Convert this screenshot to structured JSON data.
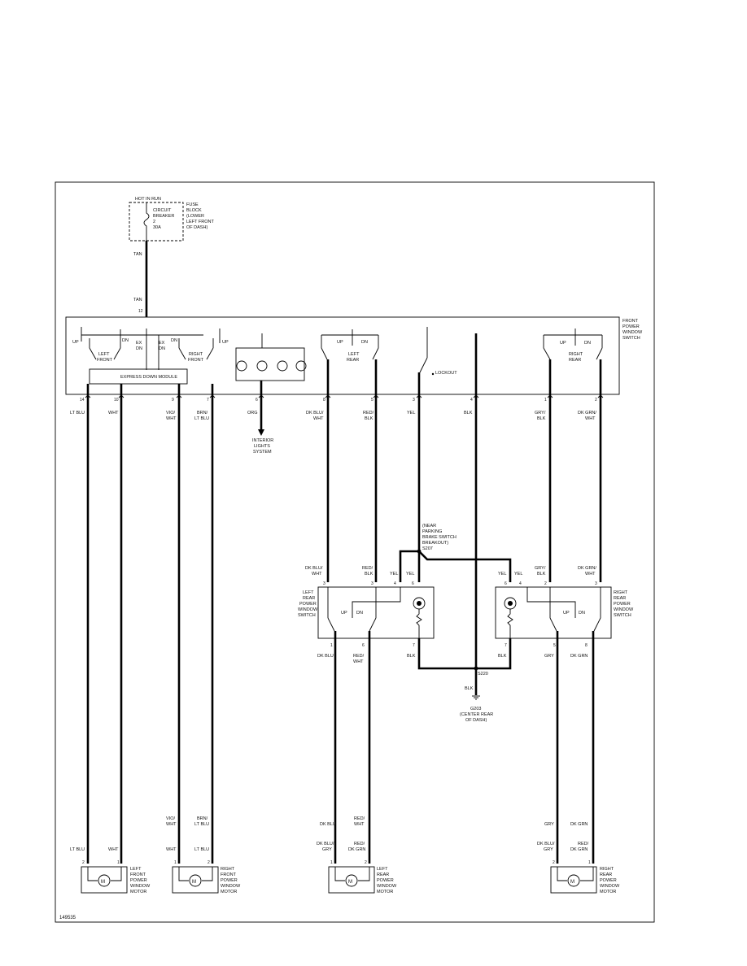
{
  "title_fuse": {
    "hot_in_run": "HOT IN RUN",
    "cb_line1": "CIRCUIT",
    "cb_line2": "BREAKER",
    "cb_line3": "2",
    "cb_line4": "30A",
    "fuse_line1": "FUSE",
    "fuse_line2": "BLOCK",
    "fuse_line3": "(LOWER",
    "fuse_line4": "LEFT FRONT",
    "fuse_line5": "OF DASH)",
    "wire_tan_1": "TAN",
    "wire_tan_2": "TAN",
    "pin_12": "12"
  },
  "front_switch": {
    "title_1": "FRONT",
    "title_2": "POWER",
    "title_3": "WINDOW",
    "title_4": "SWITCH",
    "up1": "UP",
    "dn1": "DN",
    "ex1": "EX",
    "ex1b": "DN",
    "ex2": "EX",
    "ex2b": "DN",
    "dn2": "DN",
    "up2": "UP",
    "lf_1": "LEFT",
    "lf_2": "FRONT",
    "rf_1": "RIGHT",
    "rf_2": "FRONT",
    "module": "EXPRESS DOWN MODULE",
    "lr_up": "UP",
    "lr_dn": "DN",
    "lr_1": "LEFT",
    "lr_2": "REAR",
    "lockout": "LOCKOUT",
    "rr_up": "UP",
    "rr_dn": "DN",
    "rr_1": "RIGHT",
    "rr_2": "REAR"
  },
  "pins": {
    "p14": "14",
    "p10": "10",
    "p9": "9",
    "p7": "7",
    "p6": "6",
    "p8": "8",
    "p5": "5",
    "p3": "3",
    "p4": "4",
    "p1": "1",
    "p2": "2"
  },
  "wires": {
    "lt_blu": "LT BLU",
    "wht": "WHT",
    "vio1": "VIO/",
    "vio2": "WHT",
    "brn1": "BRN/",
    "brn2": "LT BLU",
    "org": "ORG",
    "dkblu1": "DK BLU/",
    "dkblu2": "WHT",
    "red1": "RED/",
    "red2": "BLK",
    "yel": "YEL",
    "blk": "BLK",
    "gry1": "GRY/",
    "gry2": "BLK",
    "dkgrn1": "DK GRN/",
    "dkgrn2": "WHT"
  },
  "interior": {
    "l1": "INTERIOR",
    "l2": "LIGHTS",
    "l3": "SYSTEM"
  },
  "splice": {
    "l1": "(NEAR",
    "l2": "PARKING",
    "l3": "BRAKE SWITCH",
    "l4": "BREAKOUT)",
    "l5": "S207"
  },
  "lr_switch": {
    "l1": "LEFT",
    "l2": "REAR",
    "l3": "POWER",
    "l4": "WINDOW",
    "l5": "SWITCH",
    "dkblu1": "DK BLU/",
    "dkblu2": "WHT",
    "red1": "RED/",
    "red2": "BLK",
    "yel1": "YEL",
    "yel2": "YEL",
    "up": "UP",
    "dn": "DN",
    "out_dkblu": "DK BLU",
    "out_red1": "RED/",
    "out_red2": "WHT",
    "out_blk": "BLK"
  },
  "rr_switch": {
    "l1": "RIGHT",
    "l2": "REAR",
    "l3": "POWER",
    "l4": "WINDOW",
    "l5": "SWITCH",
    "yel1": "YEL",
    "yel2": "YEL",
    "gry1": "GRY/",
    "gry2": "BLK",
    "dkgrn1": "DK GRN/",
    "dkgrn2": "WHT",
    "up": "UP",
    "dn": "DN",
    "out_blk": "BLK",
    "out_gry": "GRY",
    "out_dkgrn": "DK GRN"
  },
  "ground": {
    "s220": "S220",
    "blk": "BLK",
    "g203": "G203",
    "g1": "(CENTER REAR",
    "g2": "OF DASH)"
  },
  "bottom_wires": {
    "vio1": "VIO/",
    "vio2": "WHT",
    "brn1": "BRN/",
    "brn2": "LT BLU",
    "red1": "RED/",
    "red2": "WHT",
    "dkblu": "DK BLU",
    "gry": "GRY",
    "dkgrn": "DK GRN"
  },
  "motors": {
    "lf_w1": "LT BLU",
    "lf_w2": "WHT",
    "rf_w1": "WHT",
    "rf_w2": "LT BLU",
    "lr_w1a": "DK BLU/",
    "lr_w1b": "GRY",
    "lr_w2a": "RED/",
    "lr_w2b": "DK GRN",
    "rr_w1a": "DK BLU/",
    "rr_w1b": "GRY",
    "rr_w2a": "RED/",
    "rr_w2b": "DK GRN",
    "m": "M",
    "lf_1": "LEFT",
    "lf_2": "FRONT",
    "lf_3": "POWER",
    "lf_4": "WINDOW",
    "lf_5": "MOTOR",
    "rf_1": "RIGHT",
    "rf_2": "FRONT",
    "rf_3": "POWER",
    "rf_4": "WINDOW",
    "rf_5": "MOTOR",
    "lr_1": "LEFT",
    "lr_2": "REAR",
    "lr_3": "POWER",
    "lr_4": "WINDOW",
    "lr_5": "MOTOR",
    "rr_1": "RIGHT",
    "rr_2": "REAR",
    "rr_3": "POWER",
    "rr_4": "WINDOW",
    "rr_5": "MOTOR",
    "pin1": "1",
    "pin2": "2"
  },
  "figure_id": "149535"
}
